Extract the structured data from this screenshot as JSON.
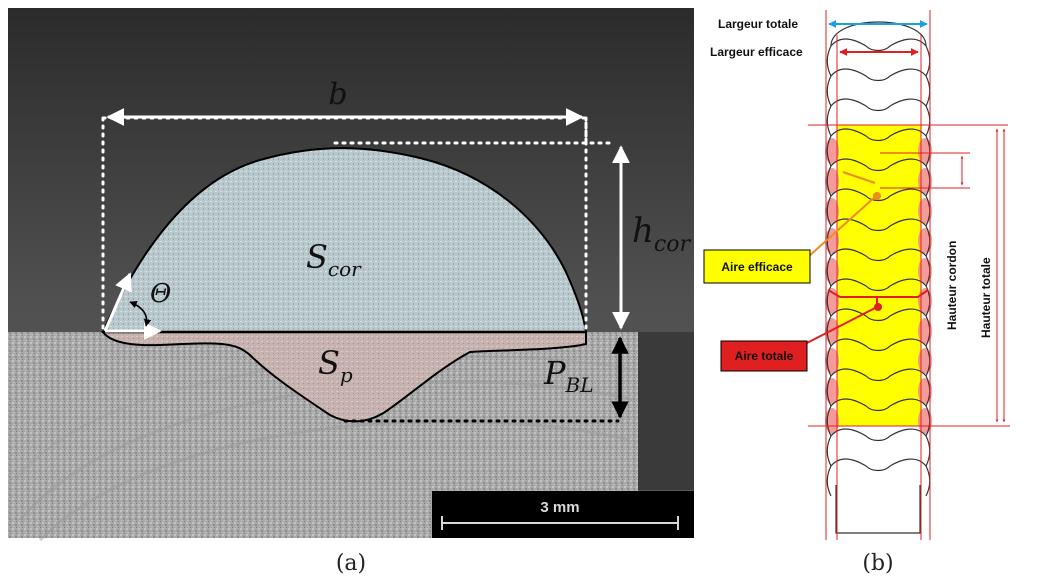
{
  "panel_a": {
    "caption": "(a)",
    "label_b": "b",
    "label_h_base": "h",
    "label_h_sub": "cor",
    "label_scor_base": "S",
    "label_scor_sub": "cor",
    "label_sp_base": "S",
    "label_sp_sub": "p",
    "label_pbl_base": "P",
    "label_pbl_sub": "BL",
    "label_theta": "Θ",
    "scale_bar": "3 mm"
  },
  "panel_b": {
    "caption": "(b)",
    "largeur_totale": "Largeur totale",
    "largeur_efficace": "Largeur efficace",
    "aire_efficace": "Aire efficace",
    "aire_totale": "Aire totale",
    "hauteur_cordon": "Hauteur cordon",
    "hauteur_totale": "Hauteur totale"
  },
  "colors": {
    "yellow": "#ffff00",
    "red": "#e02020",
    "blue": "#1aa0e6",
    "orange": "#f08a24"
  }
}
